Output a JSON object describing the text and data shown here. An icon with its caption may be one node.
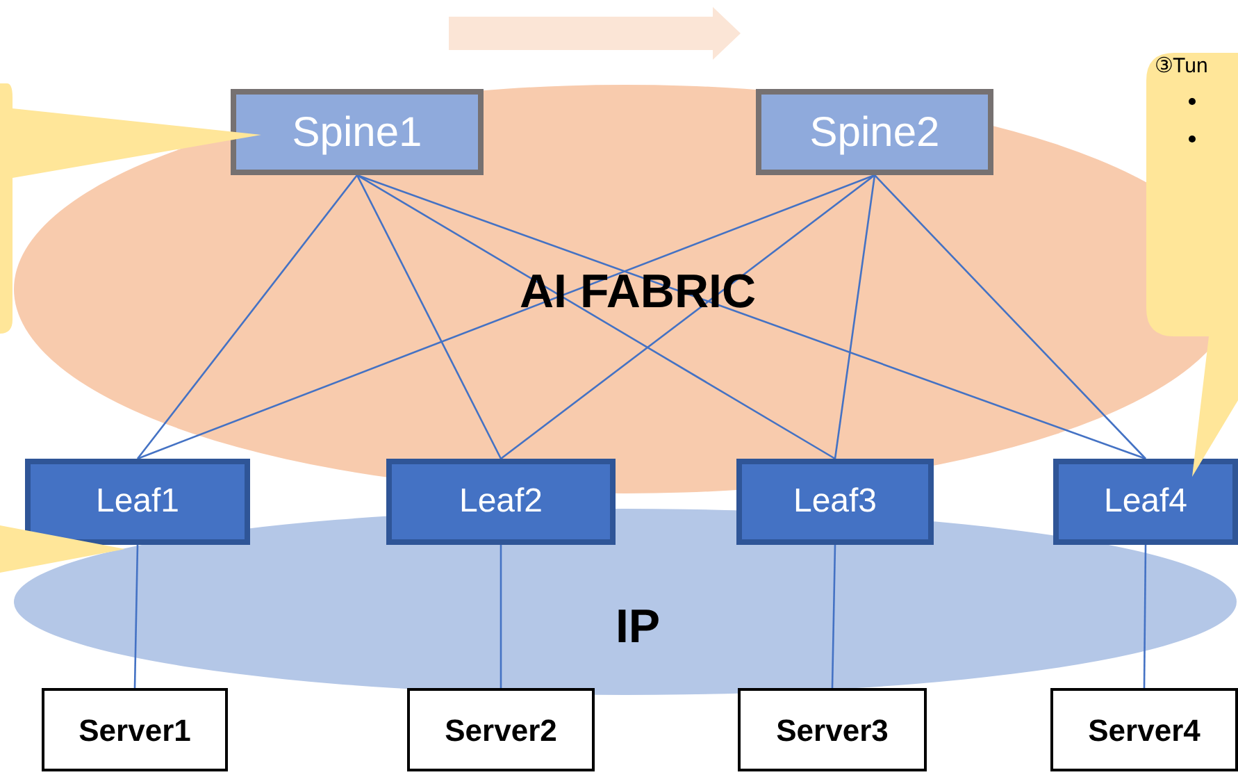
{
  "diagram": {
    "nodes": [
      {
        "text": [
          "Spine1"
        ]
      },
      {
        "text": [
          "Spine2"
        ]
      },
      {
        "text": [
          "Leaf1"
        ]
      },
      {
        "text": [
          "Leaf2"
        ]
      },
      {
        "text": [
          "Leaf3"
        ]
      },
      {
        "text": [
          "Leaf4"
        ]
      },
      {
        "text": [
          "Server1"
        ]
      },
      {
        "text": [
          "Server2"
        ]
      },
      {
        "text": [
          "Server3"
        ]
      },
      {
        "text": [
          "Server4"
        ]
      },
      {
        "text": [],
        "shape": "callout"
      },
      {
        "text": [],
        "shape": "callout"
      },
      {
        "text": [
          "③Tun"
        ]
      }
    ],
    "edges": [
      {
        "from": 0,
        "to": 2,
        "arrow": "none"
      },
      {
        "from": 0,
        "to": 3,
        "arrow": "none"
      },
      {
        "from": 0,
        "to": 4,
        "arrow": "none"
      },
      {
        "from": 0,
        "to": 5,
        "arrow": "none"
      },
      {
        "from": 1,
        "to": 2,
        "arrow": "none"
      },
      {
        "from": 1,
        "to": 3,
        "arrow": "none"
      },
      {
        "from": 1,
        "to": 4,
        "arrow": "none"
      },
      {
        "from": 1,
        "to": 5,
        "arrow": "none"
      },
      {
        "from": 2,
        "to": 6,
        "arrow": "none"
      },
      {
        "from": 3,
        "to": 7,
        "arrow": "none"
      },
      {
        "from": 4,
        "to": 8,
        "arrow": "none"
      },
      {
        "from": 5,
        "to": 9,
        "arrow": "none"
      }
    ],
    "labels": [
      "AI FABRIC",
      "IP"
    ]
  }
}
